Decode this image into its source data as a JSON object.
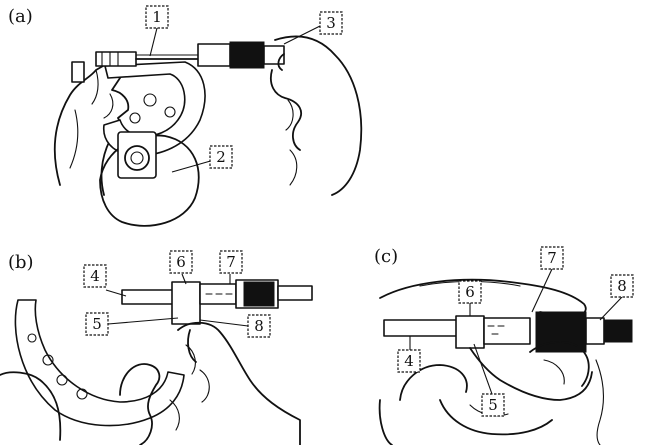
{
  "panels": {
    "a": {
      "label": "(a)",
      "callouts": [
        "1",
        "2",
        "3"
      ]
    },
    "b": {
      "label": "(b)",
      "callouts": [
        "4",
        "5",
        "6",
        "7",
        "8"
      ]
    },
    "c": {
      "label": "(c)",
      "callouts": [
        "4",
        "5",
        "6",
        "7",
        "8"
      ]
    }
  }
}
